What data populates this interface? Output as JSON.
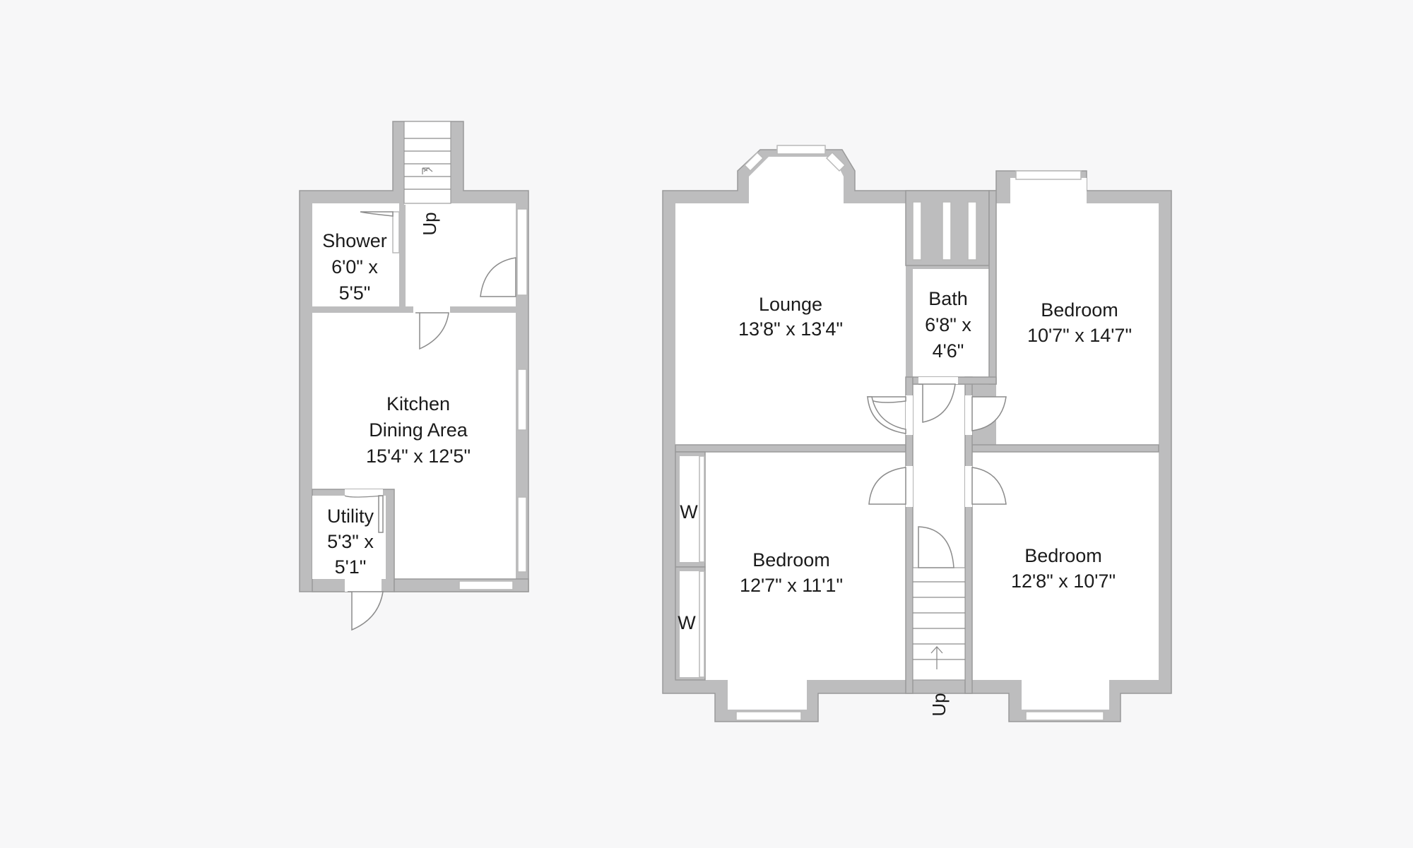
{
  "ground_floor": {
    "shower": {
      "name": "Shower",
      "line2": "6'0\" x",
      "line3": "5'5\""
    },
    "kitchen": {
      "name": "Kitchen",
      "line2": "Dining Area",
      "line3": "15'4\" x 12'5\""
    },
    "utility": {
      "name": "Utility",
      "line2": "5'3\" x",
      "line3": "5'1\""
    },
    "stairs_label": "Up"
  },
  "first_floor": {
    "lounge": {
      "name": "Lounge",
      "dims": "13'8\" x 13'4\""
    },
    "bath": {
      "name": "Bath",
      "line2": "6'8\" x",
      "line3": "4'6\""
    },
    "bedroom_top_right": {
      "name": "Bedroom",
      "dims": "10'7\" x 14'7\""
    },
    "bedroom_bottom_left": {
      "name": "Bedroom",
      "dims": "12'7\" x 11'1\""
    },
    "bedroom_bottom_right": {
      "name": "Bedroom",
      "dims": "12'8\" x 10'7\""
    },
    "wardrobe_1": "W",
    "wardrobe_2": "W",
    "stairs_label": "Up"
  }
}
